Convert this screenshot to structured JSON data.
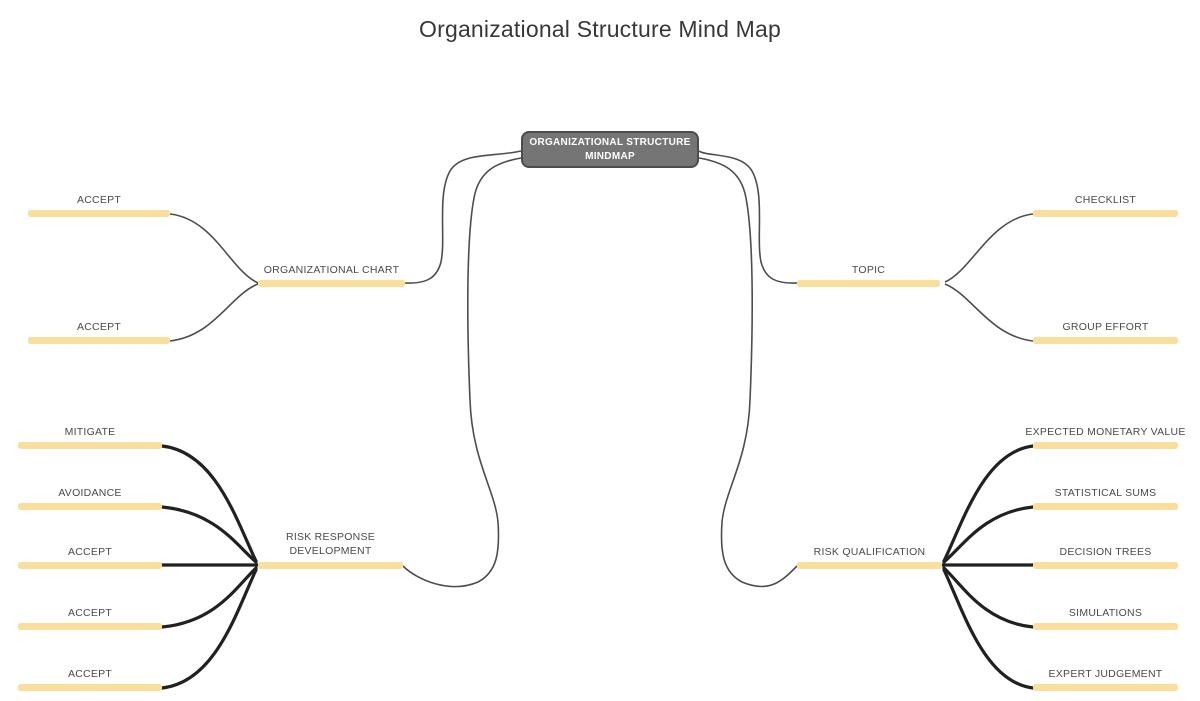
{
  "title": "Organizational Structure Mind Map",
  "center_node": {
    "label": "ORGANIZATIONAL STRUCTURE MINDMAP"
  },
  "branches": [
    {
      "label": "ORGANIZATIONAL CHART",
      "children": [
        {
          "label": "ACCEPT"
        },
        {
          "label": "ACCEPT"
        }
      ]
    },
    {
      "label": "TOPIC",
      "children": [
        {
          "label": "CHECKLIST"
        },
        {
          "label": "GROUP EFFORT"
        }
      ]
    },
    {
      "label": "RISK RESPONSE DEVELOPMENT",
      "children": [
        {
          "label": "MITIGATE"
        },
        {
          "label": "AVOIDANCE"
        },
        {
          "label": "ACCEPT"
        },
        {
          "label": "ACCEPT"
        },
        {
          "label": "ACCEPT"
        }
      ]
    },
    {
      "label": "RISK QUALIFICATION",
      "children": [
        {
          "label": "EXPECTED MONETARY VALUE"
        },
        {
          "label": "STATISTICAL SUMS"
        },
        {
          "label": "DECISION TREES"
        },
        {
          "label": "SIMULATIONS"
        },
        {
          "label": "EXPERT JUDGEMENT"
        }
      ]
    }
  ],
  "colors": {
    "bar": "#F9DF9B",
    "node_fill": "#757575",
    "node_border": "#4C4C4C",
    "node_text": "#FFFFFF",
    "label_text": "#4A4A4A",
    "edge_thin": "#4D4D4D",
    "edge_thick": "#212121",
    "title_text": "#383838"
  }
}
